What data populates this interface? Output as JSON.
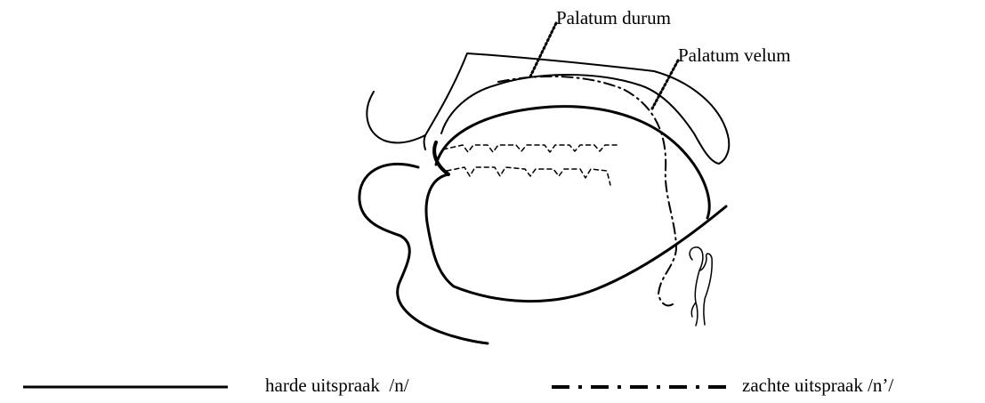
{
  "labels": {
    "palatum_durum": "Palatum durum",
    "palatum_velum": "Palatum velum"
  },
  "legend": {
    "hard": "harde uitspraak  /n/",
    "soft": "zachte uitspraak /n’/"
  }
}
